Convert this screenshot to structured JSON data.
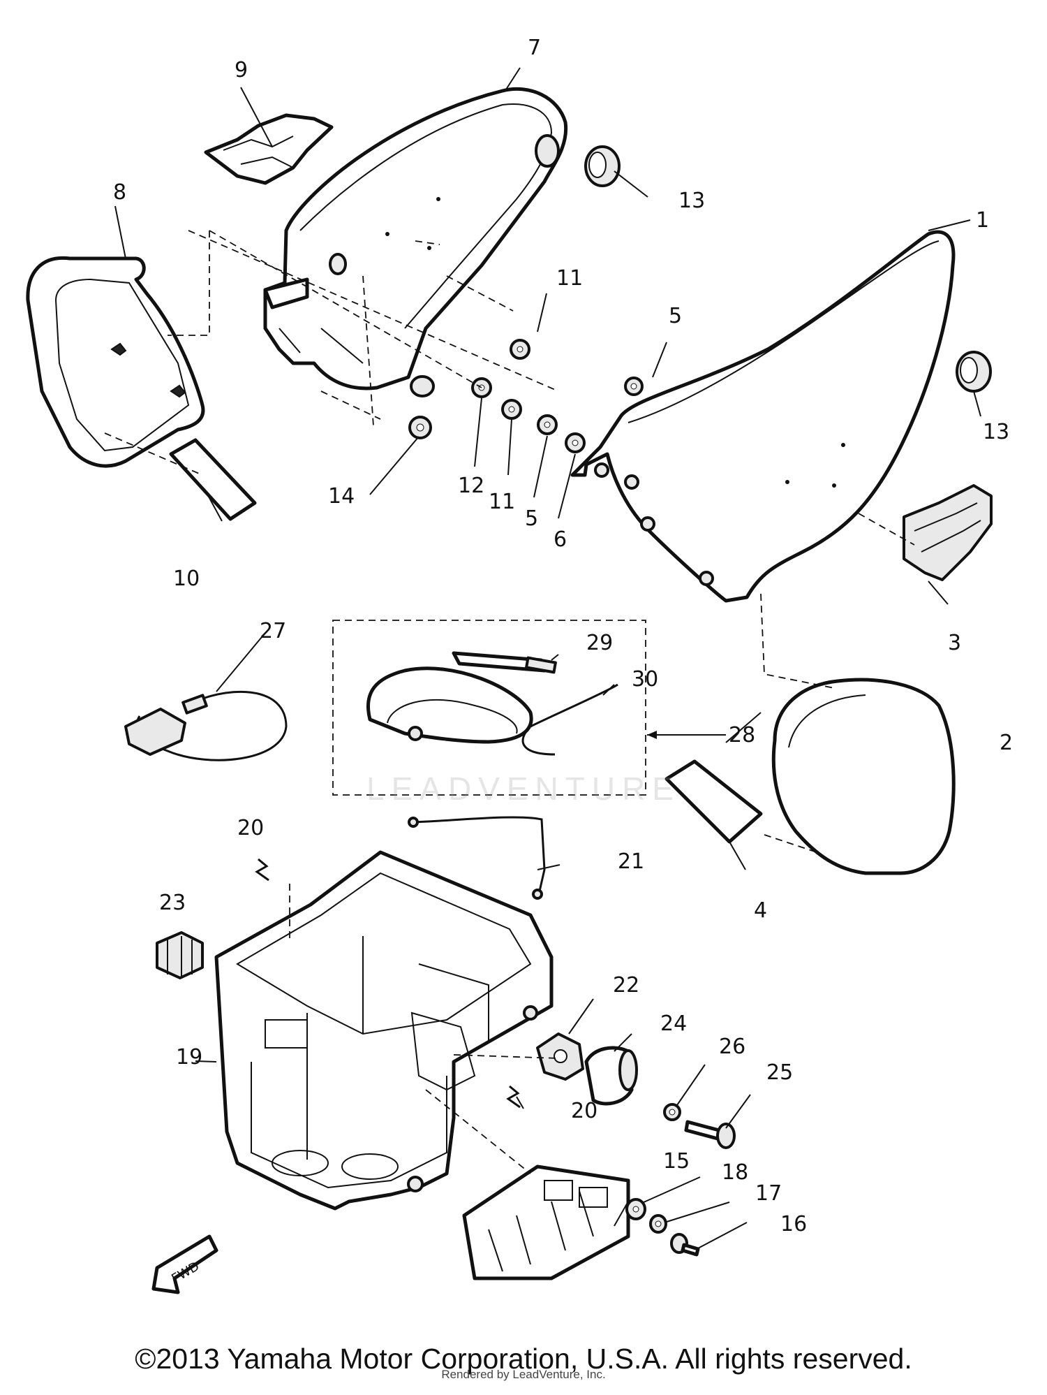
{
  "diagram": {
    "callouts": [
      {
        "id": "c1",
        "label": "1"
      },
      {
        "id": "c2",
        "label": "2"
      },
      {
        "id": "c3",
        "label": "3"
      },
      {
        "id": "c4",
        "label": "4"
      },
      {
        "id": "c5a",
        "label": "5"
      },
      {
        "id": "c5b",
        "label": "5"
      },
      {
        "id": "c6",
        "label": "6"
      },
      {
        "id": "c7",
        "label": "7"
      },
      {
        "id": "c8",
        "label": "8"
      },
      {
        "id": "c9",
        "label": "9"
      },
      {
        "id": "c10",
        "label": "10"
      },
      {
        "id": "c11a",
        "label": "11"
      },
      {
        "id": "c11b",
        "label": "11"
      },
      {
        "id": "c12",
        "label": "12"
      },
      {
        "id": "c13a",
        "label": "13"
      },
      {
        "id": "c13b",
        "label": "13"
      },
      {
        "id": "c14",
        "label": "14"
      },
      {
        "id": "c15",
        "label": "15"
      },
      {
        "id": "c16",
        "label": "16"
      },
      {
        "id": "c17",
        "label": "17"
      },
      {
        "id": "c18",
        "label": "18"
      },
      {
        "id": "c19",
        "label": "19"
      },
      {
        "id": "c20a",
        "label": "20"
      },
      {
        "id": "c20b",
        "label": "20"
      },
      {
        "id": "c21",
        "label": "21"
      },
      {
        "id": "c22",
        "label": "22"
      },
      {
        "id": "c23",
        "label": "23"
      },
      {
        "id": "c24",
        "label": "24"
      },
      {
        "id": "c25",
        "label": "25"
      },
      {
        "id": "c26",
        "label": "26"
      },
      {
        "id": "c27",
        "label": "27"
      },
      {
        "id": "c28",
        "label": "28"
      },
      {
        "id": "c29",
        "label": "29"
      },
      {
        "id": "c30",
        "label": "30"
      }
    ],
    "fwd_label": "FWD",
    "watermark": "LEADVENTURE"
  },
  "footer": {
    "copyright": "©2013 Yamaha Motor Corporation, U.S.A. All rights reserved.",
    "rendered_by": "Rendered by LeadVenture, Inc."
  }
}
